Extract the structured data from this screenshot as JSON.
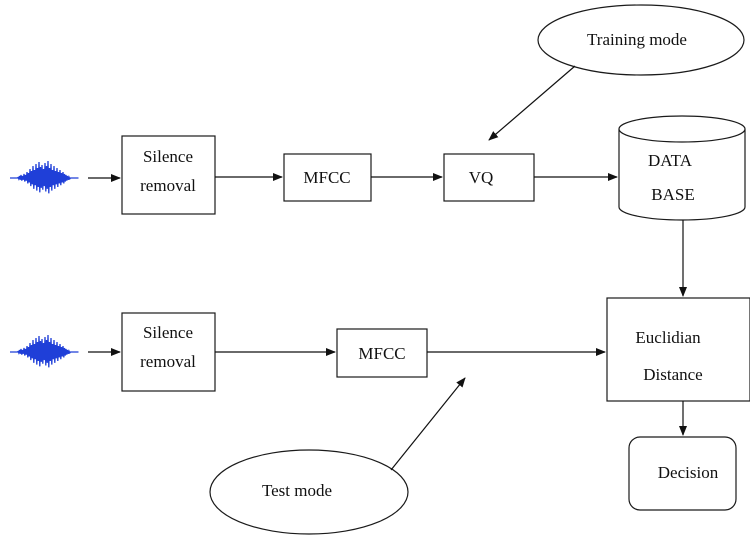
{
  "training": {
    "silence_line1": "Silence",
    "silence_line2": "removal",
    "mfcc": "MFCC",
    "vq": "VQ",
    "database_line1": "DATA",
    "database_line2": "BASE",
    "mode_label": "Training mode"
  },
  "testing": {
    "silence_line1": "Silence",
    "silence_line2": "removal",
    "mfcc": "MFCC",
    "mode_label": "Test mode"
  },
  "euclidian": {
    "line1": "Euclidian",
    "line2": "Distance"
  },
  "decision": "Decision",
  "colors": {
    "waveform": "#1f3fd8",
    "stroke": "#111111"
  }
}
